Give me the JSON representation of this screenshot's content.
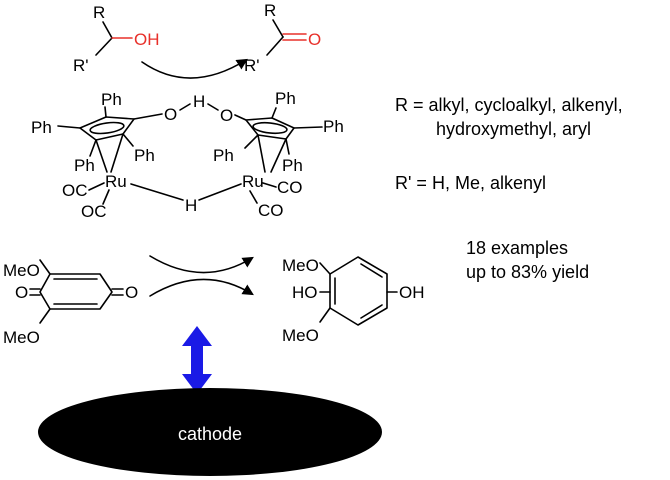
{
  "colors": {
    "highlight": "#e8302a",
    "double_arrow": "#1a1ae6",
    "electrode": "#000000",
    "electrode_label": "#ffffff"
  },
  "substrate": {
    "r": "R",
    "r_prime": "R'",
    "oh": "OH"
  },
  "product": {
    "r": "R",
    "r_prime": "R'",
    "o": "O"
  },
  "catalyst": {
    "ph_labels": [
      "Ph",
      "Ph",
      "Ph",
      "Ph",
      "Ph",
      "Ph",
      "Ph",
      "Ph"
    ],
    "o_left": "O",
    "o_right": "O",
    "h_top": "H",
    "h_bridge": "H",
    "ru_left": "Ru",
    "ru_right": "Ru",
    "co_labels": [
      "OC",
      "OC",
      "CO",
      "CO"
    ]
  },
  "scope": {
    "r_line1": "R = alkyl, cycloalkyl, alkenyl,",
    "r_line2": "hydroxymethyl, aryl",
    "r_prime_line": "R' = H, Me, alkenyl",
    "examples": "18 examples",
    "yield": "up to 83% yield"
  },
  "quinone": {
    "meo_top": "MeO",
    "meo_bottom": "MeO",
    "o_left": "O",
    "o_right": "O"
  },
  "hydroquinone": {
    "meo_top": "MeO",
    "meo_bottom": "MeO",
    "ho": "HO",
    "oh": "OH"
  },
  "electrode": {
    "label": "cathode"
  }
}
